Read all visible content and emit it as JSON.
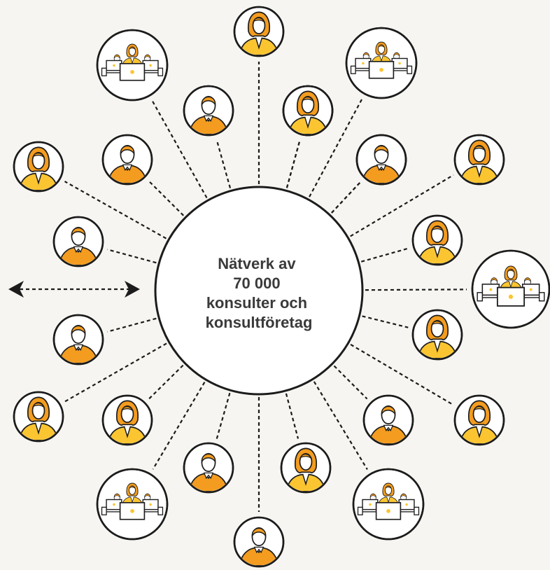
{
  "hub": {
    "lines": [
      "Nätverk av",
      "70 000",
      "konsulter och",
      "konsultföretag"
    ]
  },
  "colors": {
    "background": "#f7f5f1",
    "accent_orange": "#f39c1f",
    "accent_yellow": "#fbc531",
    "outline": "#1c1c1c",
    "line": "#1c1c1c"
  },
  "nodes": [
    {
      "kind": "woman",
      "icon": "woman-consultant-icon"
    },
    {
      "kind": "man",
      "icon": "man-consultant-icon"
    },
    {
      "kind": "man",
      "icon": "man-consultant-icon"
    },
    {
      "kind": "woman",
      "icon": "woman-consultant-icon"
    },
    {
      "kind": "team",
      "icon": "consulting-team-icon"
    },
    {
      "kind": "woman",
      "icon": "woman-consultant-icon"
    },
    {
      "kind": "team",
      "icon": "consulting-team-icon"
    },
    {
      "kind": "man",
      "icon": "man-consultant-icon"
    },
    {
      "kind": "man",
      "icon": "man-consultant-icon"
    },
    {
      "kind": "woman",
      "icon": "woman-consultant-icon"
    },
    {
      "kind": "man",
      "icon": "man-consultant-icon"
    },
    {
      "kind": "woman",
      "icon": "woman-consultant-icon"
    },
    {
      "kind": "man",
      "icon": "man-consultant-icon"
    },
    {
      "kind": "team",
      "icon": "consulting-team-icon"
    },
    {
      "kind": "woman",
      "icon": "woman-consultant-icon"
    },
    {
      "kind": "man",
      "icon": "man-consultant-icon"
    },
    {
      "kind": "woman",
      "icon": "woman-consultant-icon"
    },
    {
      "kind": "team",
      "icon": "consulting-team-icon"
    },
    {
      "kind": "man",
      "icon": "man-consultant-icon"
    },
    {
      "kind": "woman",
      "icon": "woman-consultant-icon"
    },
    {
      "kind": "team",
      "icon": "consulting-team-icon"
    },
    {
      "kind": "woman",
      "icon": "woman-consultant-icon"
    },
    {
      "kind": "man",
      "icon": "man-consultant-icon"
    },
    {
      "kind": "woman",
      "icon": "woman-consultant-icon"
    },
    {
      "kind": "man",
      "icon": "man-consultant-icon"
    }
  ],
  "extension_arrow": {
    "icon": "double-arrow-icon"
  }
}
